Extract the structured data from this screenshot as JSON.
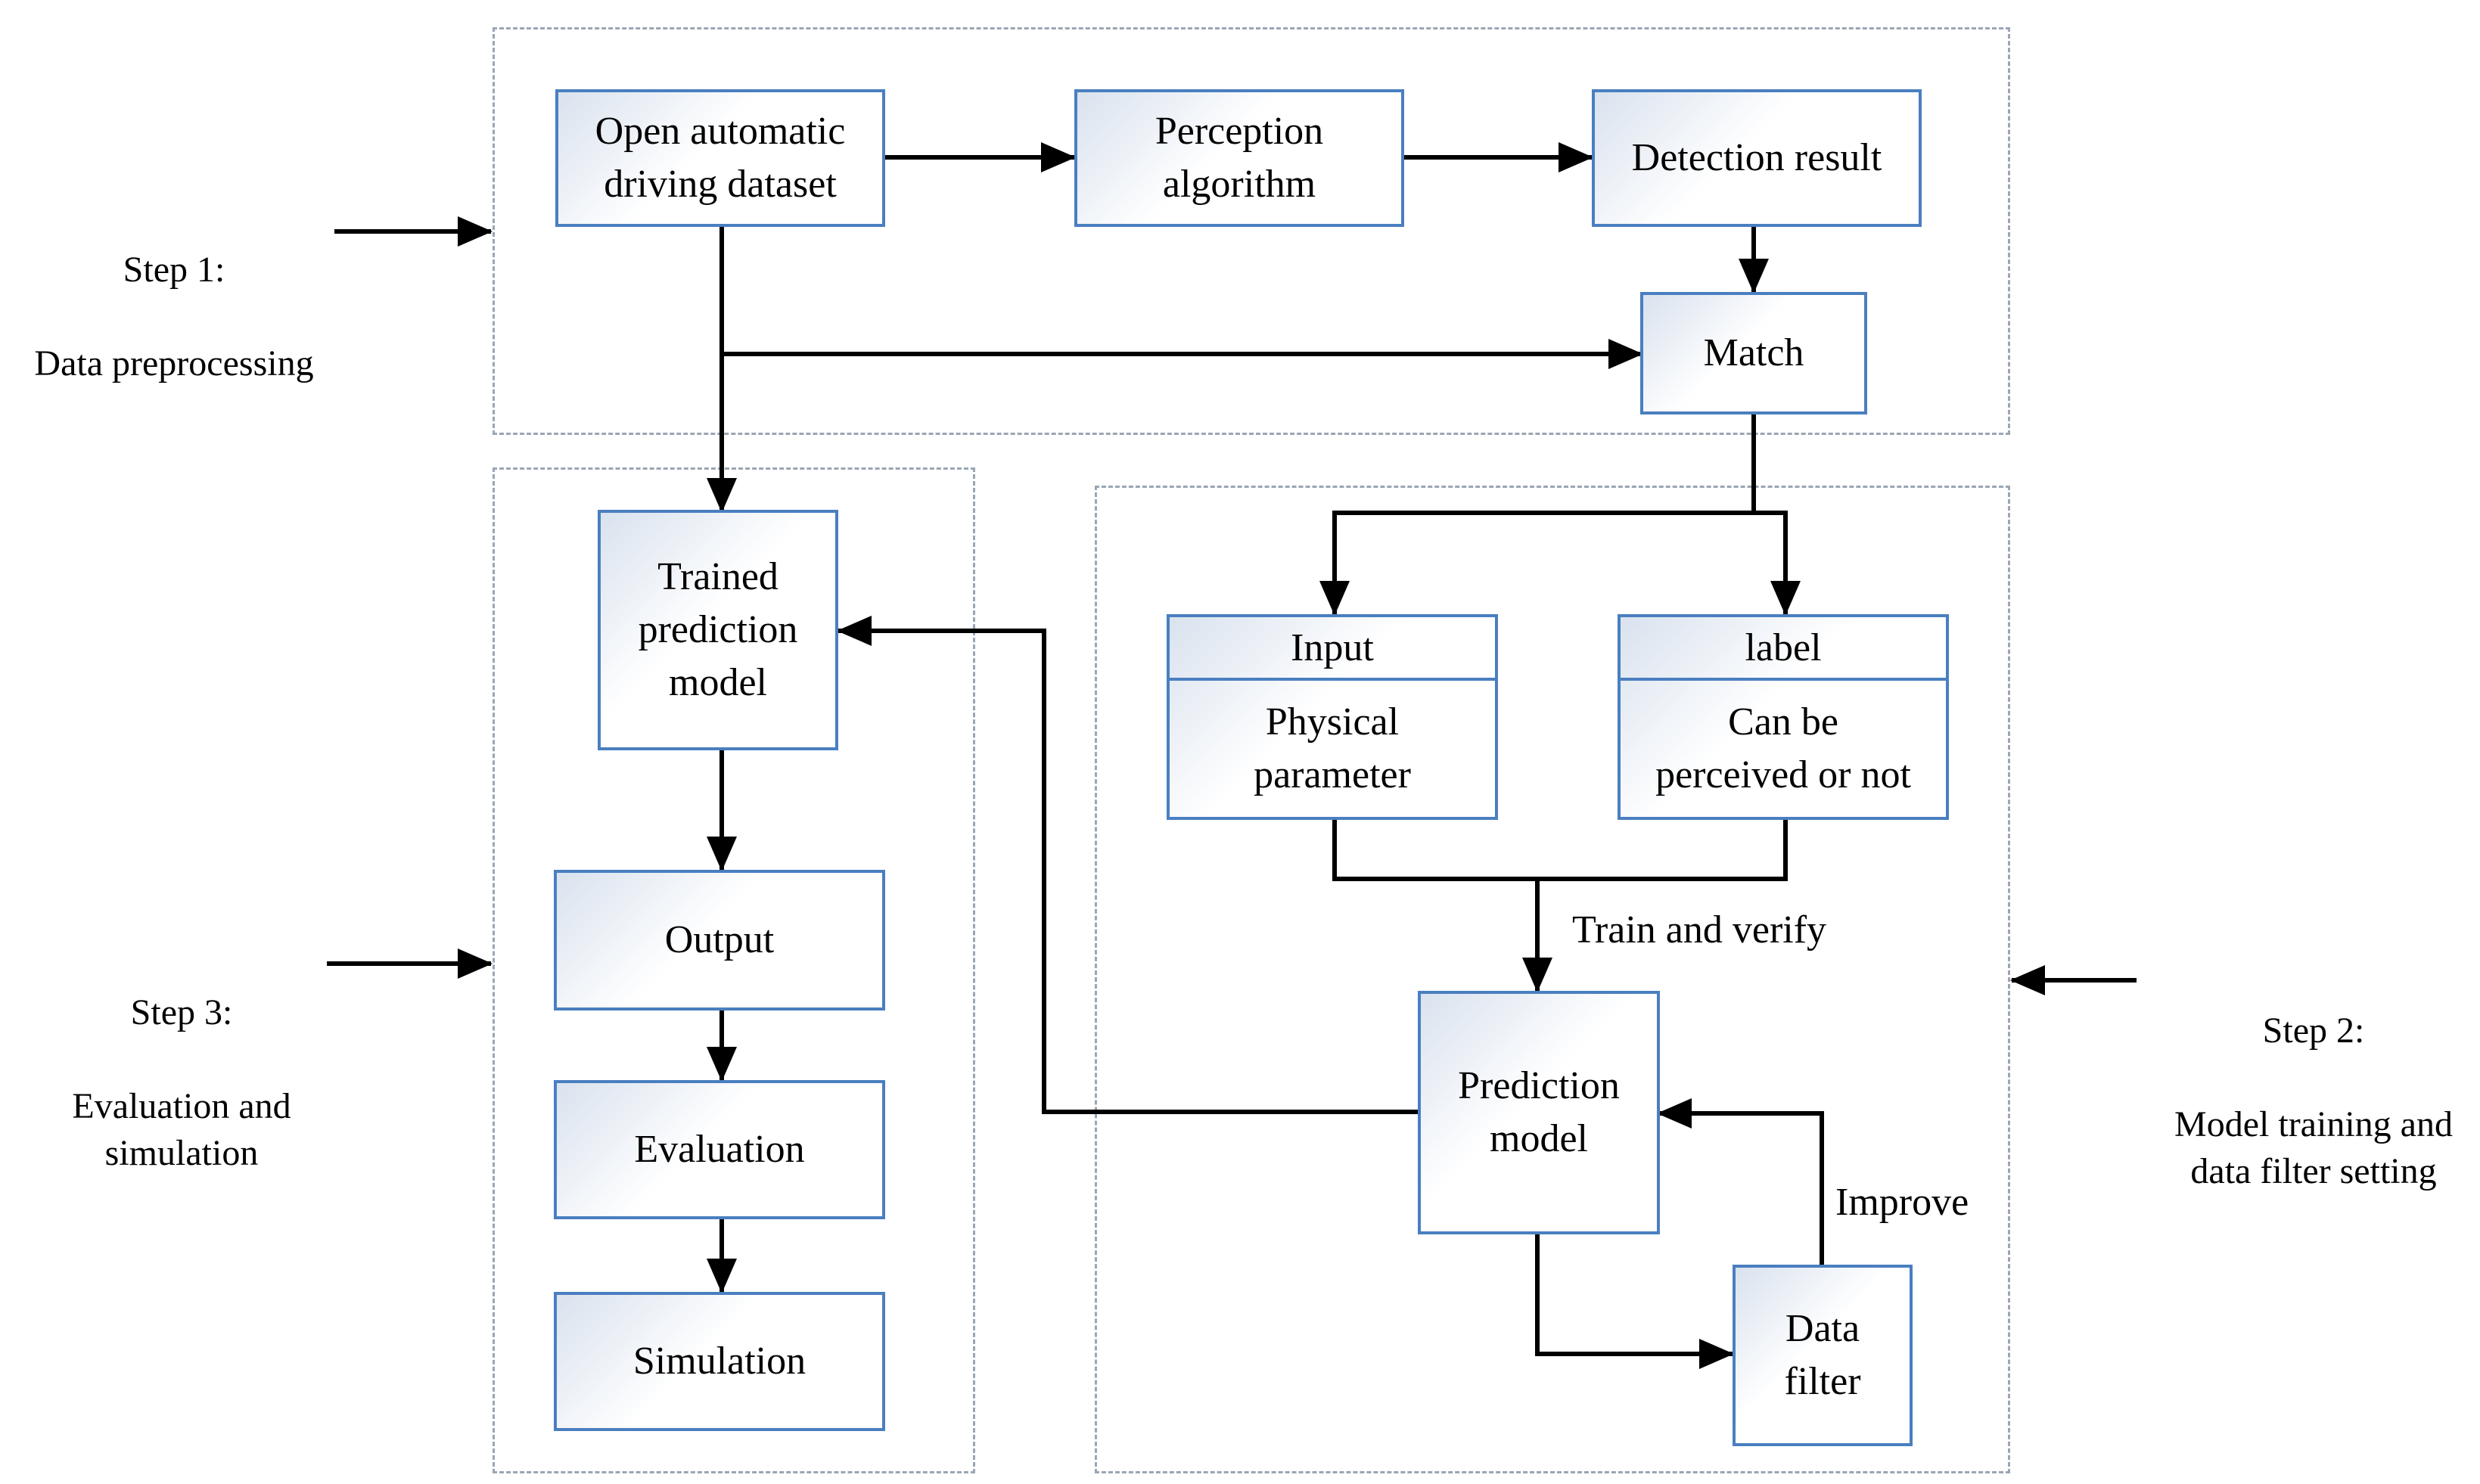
{
  "steps": {
    "step1": {
      "title": "Step 1:",
      "subtitle": "Data preprocessing"
    },
    "step2": {
      "title": "Step 2:",
      "subtitle": "Model training and\ndata filter setting"
    },
    "step3": {
      "title": "Step 3:",
      "subtitle": "Evaluation and\nsimulation"
    }
  },
  "nodes": {
    "dataset": "Open automatic\ndriving dataset",
    "perception": "Perception\nalgorithm",
    "detection": "Detection result",
    "match": "Match",
    "trained_model": "Trained\nprediction\nmodel",
    "output": "Output",
    "evaluation": "Evaluation",
    "simulation": "Simulation",
    "input": {
      "header": "Input",
      "body": "Physical\nparameter"
    },
    "label": {
      "header": "label",
      "body": "Can be\nperceived or not"
    },
    "prediction_model": "Prediction\nmodel",
    "data_filter": "Data\nfilter"
  },
  "edge_labels": {
    "train_verify": "Train and verify",
    "improve": "Improve"
  },
  "colors": {
    "box_border": "#4a7fc0",
    "region_border": "#9aa6b4",
    "arrow": "#000000"
  }
}
